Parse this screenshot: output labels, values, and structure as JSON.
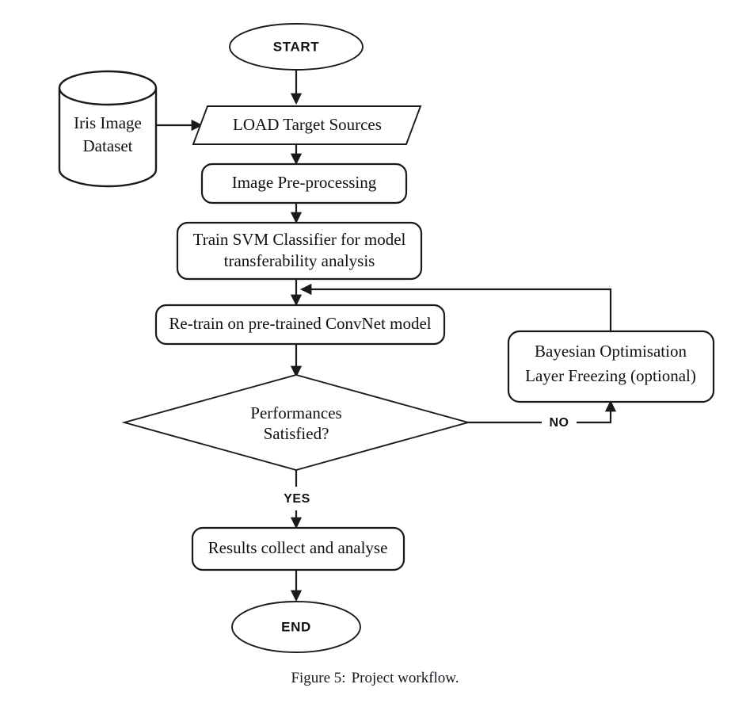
{
  "figure": {
    "caption_label": "Figure 5:",
    "caption_text": "Project workflow.",
    "background_color": "#ffffff",
    "line_color": "#1a1a1a"
  },
  "diagram": {
    "type": "flowchart",
    "title": "Project workflow",
    "nodes": [
      {
        "id": "start",
        "shape": "ellipse",
        "label": "START",
        "label_style": "sans"
      },
      {
        "id": "dataset",
        "shape": "cylinder",
        "label_line1": "Iris Image",
        "label_line2": "Dataset"
      },
      {
        "id": "load",
        "shape": "parallelogram",
        "label": "LOAD Target Sources"
      },
      {
        "id": "preprocess",
        "shape": "rounded-rect",
        "label": "Image Pre-processing"
      },
      {
        "id": "train_svm",
        "shape": "rounded-rect",
        "label_line1": "Train SVM Classifier for model",
        "label_line2": "transferability analysis"
      },
      {
        "id": "retrain",
        "shape": "rounded-rect",
        "label": "Re-train on pre-trained ConvNet model"
      },
      {
        "id": "decision",
        "shape": "diamond",
        "label_line1": "Performances",
        "label_line2": "Satisfied?"
      },
      {
        "id": "bayesian",
        "shape": "rounded-rect",
        "label_line1": "Bayesian Optimisation",
        "label_line2": "Layer Freezing (optional)"
      },
      {
        "id": "results",
        "shape": "rounded-rect",
        "label": "Results collect and analyse"
      },
      {
        "id": "end",
        "shape": "ellipse",
        "label": "END",
        "label_style": "sans"
      }
    ],
    "edges": [
      {
        "from": "start",
        "to": "load",
        "label": ""
      },
      {
        "from": "dataset",
        "to": "load",
        "label": ""
      },
      {
        "from": "load",
        "to": "preprocess",
        "label": ""
      },
      {
        "from": "preprocess",
        "to": "train_svm",
        "label": ""
      },
      {
        "from": "train_svm",
        "to": "retrain",
        "label": ""
      },
      {
        "from": "retrain",
        "to": "decision",
        "label": ""
      },
      {
        "from": "decision",
        "to": "bayesian",
        "label": "NO"
      },
      {
        "from": "bayesian",
        "to": "retrain",
        "label": ""
      },
      {
        "from": "decision",
        "to": "results",
        "label": "YES"
      },
      {
        "from": "results",
        "to": "end",
        "label": ""
      }
    ],
    "branch_labels": {
      "yes": "YES",
      "no": "NO"
    }
  }
}
